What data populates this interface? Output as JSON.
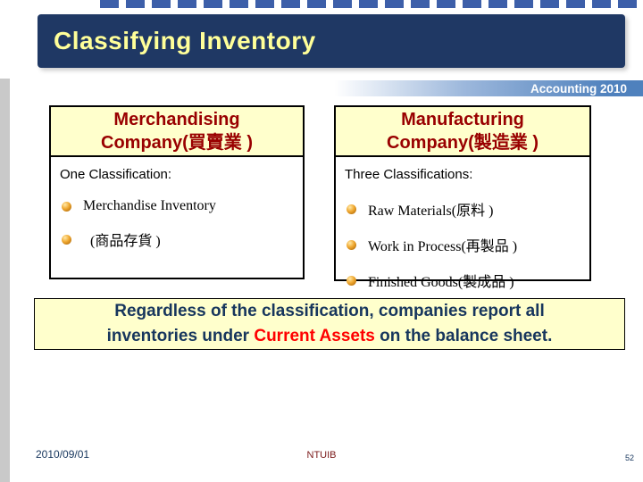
{
  "slide": {
    "title": "Classifying Inventory",
    "course_badge": "Accounting 2010"
  },
  "columns": [
    {
      "header_line1": "Merchandising",
      "header_line2": "Company(買賣業 )",
      "subtitle": "One Classification:",
      "items": [
        "Merchandise Inventory",
        "(商品存貨 )"
      ]
    },
    {
      "header_line1": "Manufacturing",
      "header_line2": "Company(製造業 )",
      "subtitle": "Three Classifications:",
      "items": [
        "Raw Materials(原料 )",
        "Work in Process(再製品 )",
        "Finished Goods(製成品 )"
      ]
    }
  ],
  "note": {
    "line1": "Regardless of the classification, companies report all",
    "line2_pre": "inventories under ",
    "highlight": "Current Assets",
    "line2_post": " on the balance sheet."
  },
  "footer": {
    "date": "2010/09/01",
    "center": "NTUIB",
    "page_number": "52"
  },
  "colors": {
    "title_bar": "#1f3864",
    "title_text": "#ffff99",
    "panel_header_bg": "#ffffcc",
    "panel_header_text": "#990000",
    "note_bg": "#ffffcc",
    "note_text": "#17365d",
    "highlight_red": "#ff0000",
    "band_blue": "#4f81bd"
  }
}
